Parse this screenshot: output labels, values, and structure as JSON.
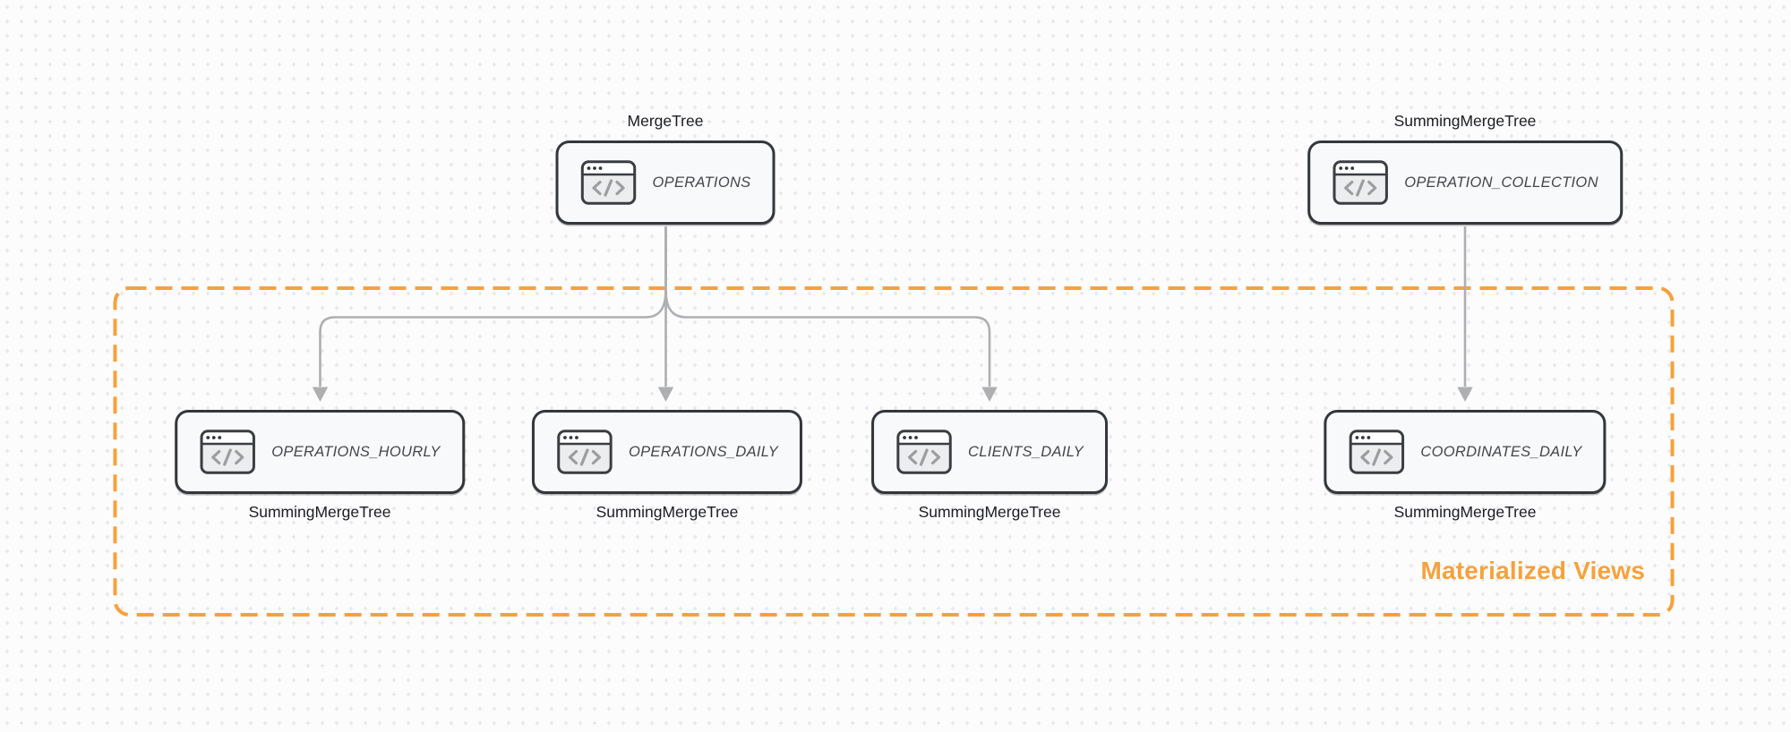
{
  "nodes": [
    {
      "id": "operations",
      "label": "OPERATIONS",
      "engine": "MergeTree",
      "engine_position": "top"
    },
    {
      "id": "operation_collection",
      "label": "OPERATION_COLLECTION",
      "engine": "SummingMergeTree",
      "engine_position": "top"
    },
    {
      "id": "operations_hourly",
      "label": "OPERATIONS_HOURLY",
      "engine": "SummingMergeTree",
      "engine_position": "bottom"
    },
    {
      "id": "operations_daily",
      "label": "OPERATIONS_DAILY",
      "engine": "SummingMergeTree",
      "engine_position": "bottom"
    },
    {
      "id": "clients_daily",
      "label": "CLIENTS_DAILY",
      "engine": "SummingMergeTree",
      "engine_position": "bottom"
    },
    {
      "id": "coordinates_daily",
      "label": "COORDINATES_DAILY",
      "engine": "SummingMergeTree",
      "engine_position": "bottom"
    }
  ],
  "edges": [
    {
      "from": "operations",
      "to": "operations_hourly"
    },
    {
      "from": "operations",
      "to": "operations_daily"
    },
    {
      "from": "operations",
      "to": "clients_daily"
    },
    {
      "from": "operation_collection",
      "to": "coordinates_daily"
    }
  ],
  "group": {
    "label": "Materialized Views"
  },
  "colors": {
    "accent_orange": "#F7A13B",
    "node_border": "#33363B",
    "node_fill": "#F8F9FA",
    "arrow_gray": "#AEAFB1",
    "node_label": "#43464A",
    "engine_label": "#1B1D20",
    "background": "#FCFCFD",
    "dot_grid": "#E6E6E9"
  }
}
